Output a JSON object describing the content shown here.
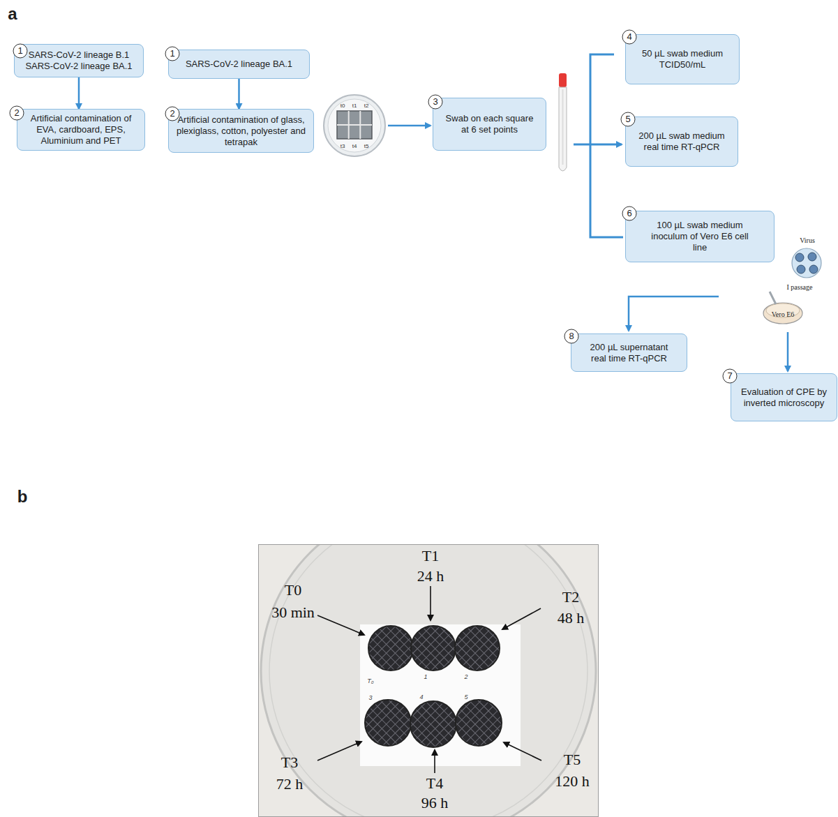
{
  "diagram": {
    "nodes": [
      {
        "text": [
          "SARS-CoV-2 lineage B.1 SARS-CoV-2 lineage BA.1"
        ]
      },
      {
        "text": [
          "Artificial contamination of EVA, cardboard, EPS, Aluminium and PET"
        ]
      },
      {
        "text": [
          "SARS-CoV-2 lineage BA.1"
        ]
      },
      {
        "text": [
          "Artificial contamination of glass, plexiglass, cotton, polyester and tetrapak"
        ]
      },
      {
        "text": [
          "Swab on each square at 6 set points"
        ]
      },
      {
        "text": [
          "50 µL swab medium TCID50/mL"
        ]
      },
      {
        "text": [
          "200 µL swab medium real time RT-qPCR"
        ]
      },
      {
        "text": [
          "100 µL swab medium inoculum of Vero E6 cell line"
        ]
      },
      {
        "text": [
          "200 µL supernatant real time RT-qPCR"
        ]
      },
      {
        "text": [
          "Evaluation of CPE by inverted microscopy"
        ]
      }
    ],
    "edges": [
      {
        "from": 0,
        "to": 1,
        "arrow": "to"
      },
      {
        "from": 2,
        "to": 3,
        "arrow": "to"
      }
    ],
    "labels": [
      "a",
      "1",
      "2",
      "1",
      "2",
      "t0",
      "t1",
      "t2",
      "t3",
      "t4",
      "t5",
      "3",
      "4",
      "5",
      "6",
      "Virus",
      "I passage",
      "Vero E6",
      "8",
      "7",
      "b",
      "T0",
      "30 min",
      "T1",
      "24 h",
      "T2",
      "48 h",
      "T3",
      "72 h",
      "T4",
      "96 h",
      "T₀",
      "1",
      "2",
      "3",
      "4",
      "5",
      "T5",
      "120 h"
    ]
  }
}
